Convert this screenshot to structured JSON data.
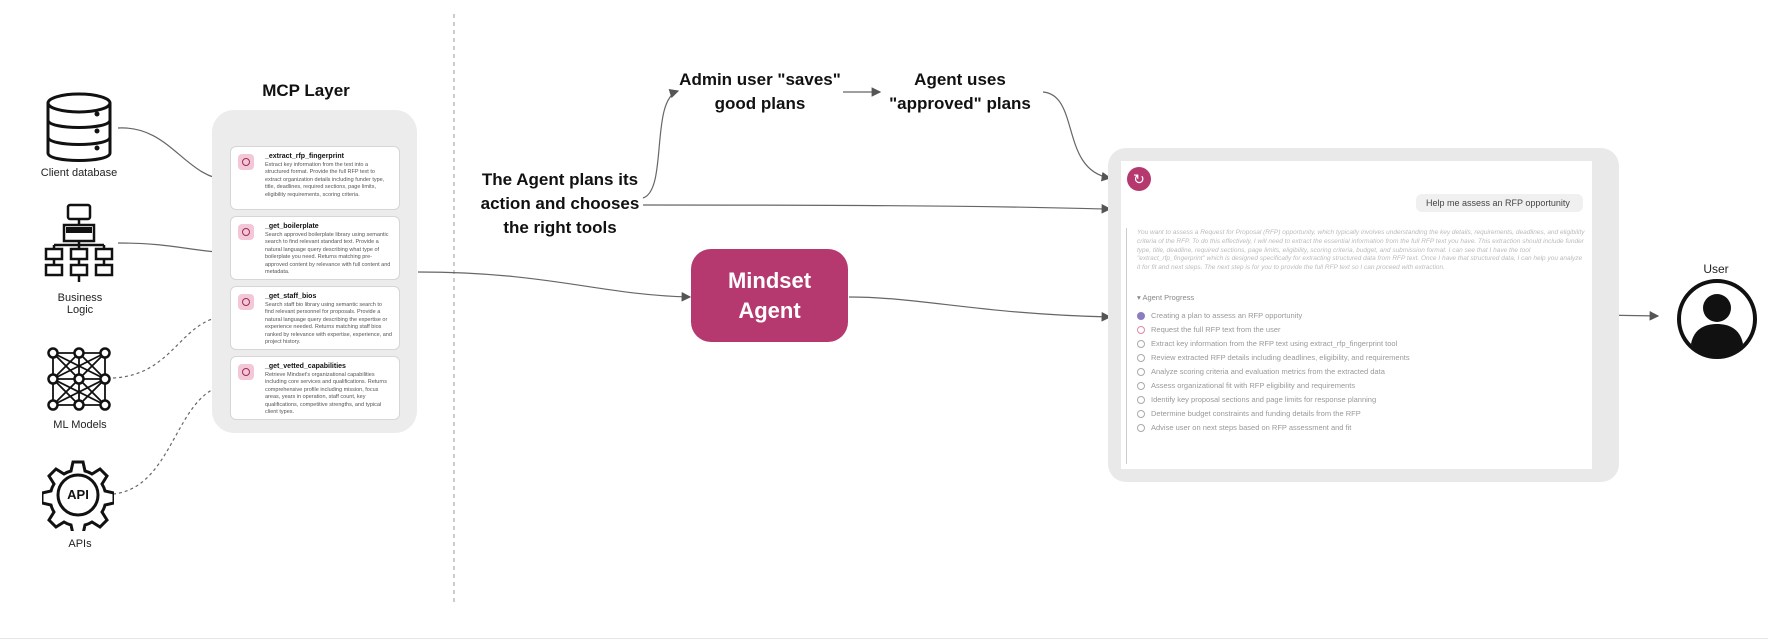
{
  "sources": [
    {
      "label": "Client database",
      "icon": "database-icon"
    },
    {
      "label": "Business\nLogic",
      "icon": "flowchart-icon"
    },
    {
      "label": "ML Models",
      "icon": "neural-network-icon"
    },
    {
      "label": "APIs",
      "icon": "api-gear-icon",
      "badge": "API"
    }
  ],
  "mcp": {
    "title": "MCP Layer",
    "tools": [
      {
        "name": "_extract_rfp_fingerprint",
        "desc": "Extract key information from the text into a structured format. Provide the full RFP text to extract organization details including funder type, title, deadlines, required sections, page limits, eligibility requirements, scoring criteria."
      },
      {
        "name": "_get_boilerplate",
        "desc": "Search approved boilerplate library using semantic search to find relevant standard text. Provide a natural language query describing what type of boilerplate you need. Returns matching pre-approved content by relevance with full content and metadata."
      },
      {
        "name": "_get_staff_bios",
        "desc": "Search staff bio library using semantic search to find relevant personnel for proposals. Provide a natural language query describing the expertise or experience needed. Returns matching staff bios ranked by relevance with expertise, experience, and project history."
      },
      {
        "name": "_get_vetted_capabilities",
        "desc": "Retrieve Mindset's organizational capabilities including core services and qualifications. Returns comprehensive profile including mission, focus areas, years in operation, staff count, key qualifications, competitive strengths, and typical client types."
      }
    ]
  },
  "labels": {
    "plans": "The Agent plans its\naction and chooses\nthe right tools",
    "admin": "Admin user \"saves\"\ngood plans",
    "approved": "Agent uses\n\"approved\" plans",
    "agent": "Mindset\nAgent",
    "user": "User"
  },
  "chat": {
    "user_message": "Help me assess an RFP opportunity",
    "reply": "You want to assess a Request for Proposal (RFP) opportunity, which typically involves understanding the key details, requirements, deadlines, and eligibility criteria of the RFP. To do this effectively, I will need to extract the essential information from the full RFP text you have. This extraction should include funder type, title, deadline, required sections, page limits, eligibility, scoring criteria, budget, and submission format. I can see that I have the tool \"extract_rfp_fingerprint\" which is designed specifically for extracting structured data from RFP text. Once I have that structured data, I can help you analyze it for fit and next steps. The next step is for you to provide the full RFP text so I can proceed with extraction.",
    "progress_title": "Agent Progress",
    "steps": [
      {
        "text": "Creating a plan to assess an RFP opportunity",
        "state": "done"
      },
      {
        "text": "Request the full RFP text from the user",
        "state": "active"
      },
      {
        "text": "Extract key information from the RFP text using extract_rfp_fingerprint tool",
        "state": "todo"
      },
      {
        "text": "Review extracted RFP details including deadlines, eligibility, and requirements",
        "state": "todo"
      },
      {
        "text": "Analyze scoring criteria and evaluation metrics from the extracted data",
        "state": "todo"
      },
      {
        "text": "Assess organizational fit with RFP eligibility and requirements",
        "state": "todo"
      },
      {
        "text": "Identify key proposal sections and page limits for response planning",
        "state": "todo"
      },
      {
        "text": "Determine budget constraints and funding details from the RFP",
        "state": "todo"
      },
      {
        "text": "Advise user on next steps based on RFP assessment and fit",
        "state": "todo"
      }
    ]
  },
  "colors": {
    "accent": "#b5396e",
    "panel": "#ececec",
    "line": "#777777"
  }
}
